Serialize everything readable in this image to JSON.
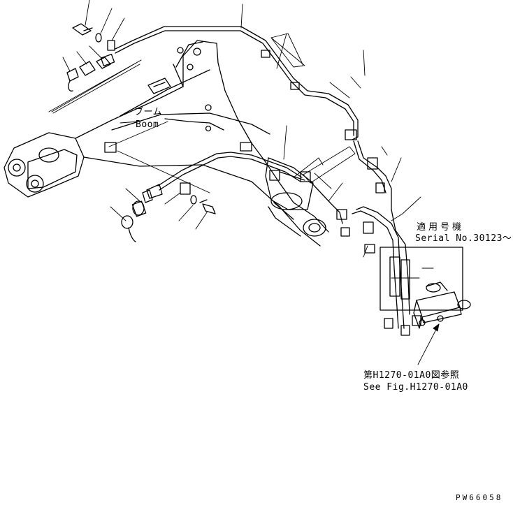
{
  "boom_label": {
    "jp": "ブーム",
    "en": "Boom"
  },
  "serial_label": {
    "jp": "適用号機",
    "en": "Serial No.30123〜"
  },
  "reference_label": {
    "jp": "第H1270-01A0図参照",
    "en": "See Fig.H1270-01A0"
  },
  "drawing_code": "PW66058"
}
